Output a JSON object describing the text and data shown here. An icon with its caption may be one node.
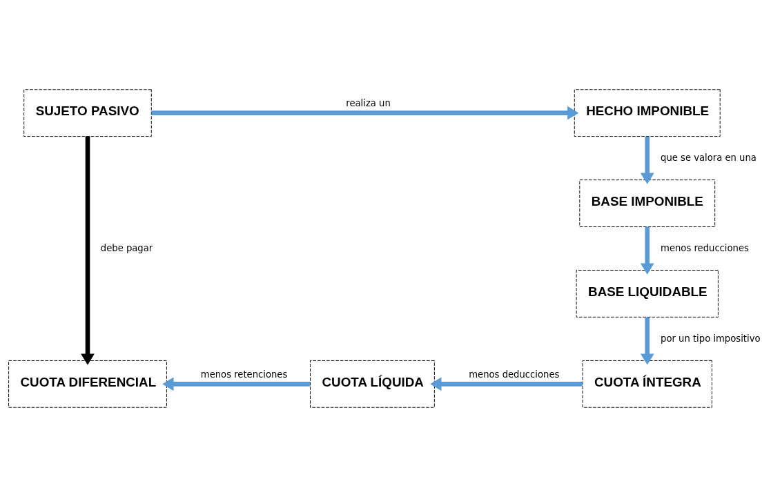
{
  "diagram": {
    "nodes": [
      {
        "text": [
          "SUJETO PASIVO"
        ]
      },
      {
        "text": [
          "HECHO IMPONIBLE"
        ]
      },
      {
        "text": [
          "BASE IMPONIBLE"
        ]
      },
      {
        "text": [
          "BASE LIQUIDABLE"
        ]
      },
      {
        "text": [
          "CUOTA ÍNTEGRA"
        ]
      },
      {
        "text": [
          "CUOTA LÍQUIDA"
        ]
      },
      {
        "text": [
          "CUOTA DIFERENCIAL"
        ]
      }
    ],
    "edges": [
      {
        "from": 0,
        "to": 1,
        "arrow": "to",
        "label": "realiza un"
      },
      {
        "from": 1,
        "to": 2,
        "arrow": "to",
        "label": "que se valora en una"
      },
      {
        "from": 2,
        "to": 3,
        "arrow": "to",
        "label": "menos reducciones"
      },
      {
        "from": 3,
        "to": 4,
        "arrow": "to",
        "label": "por un tipo impositivo"
      },
      {
        "from": 4,
        "to": 5,
        "arrow": "to",
        "label": "menos deducciones"
      },
      {
        "from": 5,
        "to": 6,
        "arrow": "to",
        "label": "menos retenciones"
      },
      {
        "from": 0,
        "to": 6,
        "arrow": "to",
        "label": "debe pagar",
        "color": "#000000"
      }
    ]
  }
}
